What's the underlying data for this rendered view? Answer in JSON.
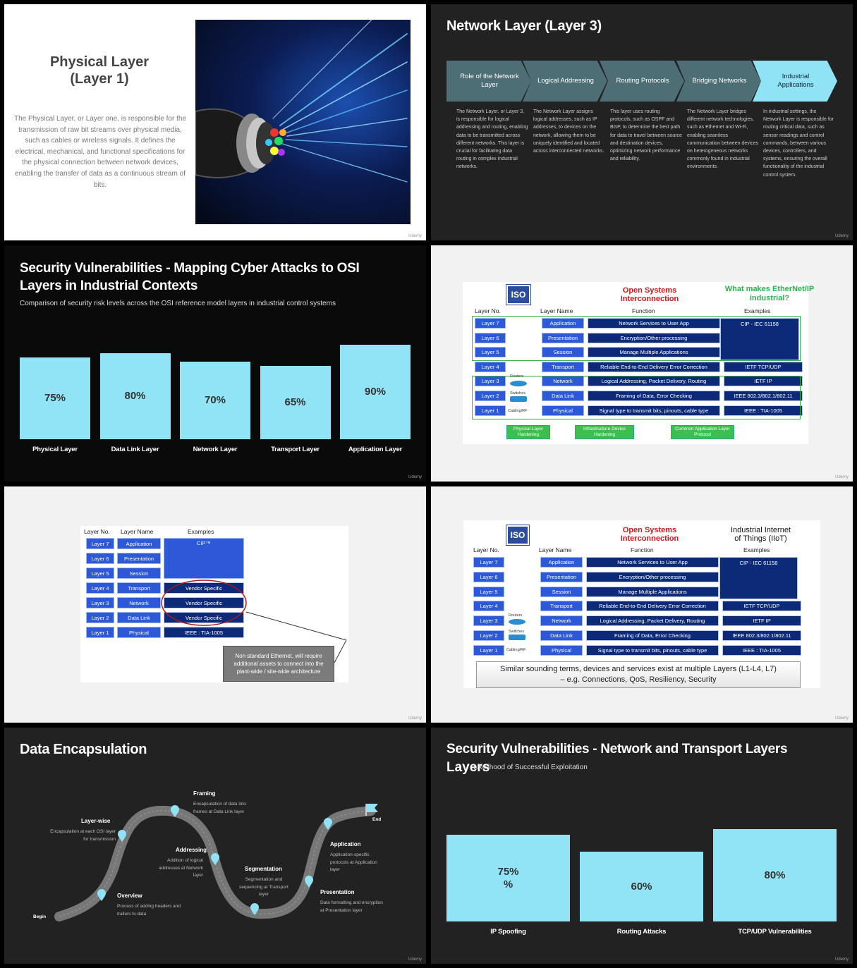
{
  "watermark": "Udemy",
  "physical": {
    "title_line1": "Physical Layer",
    "title_line2": "(Layer 1)",
    "description": "The Physical Layer, or Layer one, is responsible for the transmission of raw bit streams over physical media, such as cables or wireless signals. It defines the electrical, mechanical, and functional specifications for the physical connection between network devices, enabling the transfer of data as a continuous stream of bits."
  },
  "network_layer": {
    "title": "Network Layer (Layer 3)",
    "steps": [
      {
        "label": "Role of the Network Layer",
        "text": "The Network Layer, or Layer 3, is responsible for logical addressing and routing, enabling data to be transmitted across different networks. This layer is crucial for facilitating data routing in complex industrial networks."
      },
      {
        "label": "Logical Addressing",
        "text": "The Network Layer assigns logical addresses, such as IP addresses, to devices on the network, allowing them to be uniquely identified and located across interconnected networks."
      },
      {
        "label": "Routing Protocols",
        "text": "This layer uses routing protocols, such as OSPF and BGP, to determine the best path for data to travel between source and destination devices, optimizing network performance and reliability."
      },
      {
        "label": "Bridging Networks",
        "text": "The Network Layer bridges different network technologies, such as Ethernet and Wi-Fi, enabling seamless communication between devices on heterogeneous networks commonly found in industrial environments."
      },
      {
        "label": "Industrial Applications",
        "text": "In industrial settings, the Network Layer is responsible for routing critical data, such as sensor readings and control commands, between various devices, controllers, and systems, ensuring the overall functionality of the industrial control system."
      }
    ]
  },
  "security_osi": {
    "title": "Security Vulnerabilities - Mapping Cyber Attacks to OSI Layers in Industrial Contexts",
    "subtitle": "Comparison of security risk levels across the OSI reference model layers in industrial control systems"
  },
  "chart_data": [
    {
      "type": "bar",
      "title": "Security Vulnerabilities - Mapping Cyber Attacks to OSI Layers in Industrial Contexts",
      "categories": [
        "Physical Layer",
        "Data Link Layer",
        "Network Layer",
        "Transport Layer",
        "Application Layer"
      ],
      "values": [
        75,
        80,
        70,
        65,
        90
      ],
      "value_labels": [
        "75%",
        "80%",
        "70%",
        "65%",
        "90%"
      ],
      "bar_color": "#91e4f6"
    },
    {
      "type": "bar",
      "title": "Security Vulnerabilities - Network and Transport Layers",
      "categories": [
        "IP Spoofing",
        "Routing Attacks",
        "TCP/UDP Vulnerabilities"
      ],
      "values": [
        75,
        60,
        80
      ],
      "value_labels": [
        "75%\n%",
        "60%",
        "80%"
      ],
      "bar_color": "#91e4f6"
    }
  ],
  "osi_ethernetip": {
    "logo": "ISO",
    "heading_line1": "Open Systems",
    "heading_line2": "Interconnection",
    "question_line1": "What makes EtherNet/IP",
    "question_line2": "industrial?",
    "headers": {
      "layer_no": "Layer No.",
      "layer_name": "Layer Name",
      "function": "Function",
      "examples": "Examples"
    },
    "rows": [
      {
        "no": "Layer 7",
        "name": "Application",
        "function": "Network Services to User App"
      },
      {
        "no": "Layer 6",
        "name": "Presentation",
        "function": "Encryption/Other processing"
      },
      {
        "no": "Layer 5",
        "name": "Session",
        "function": "Manage Multiple Applications"
      },
      {
        "no": "Layer 4",
        "name": "Transport",
        "function": "Reliable End-to-End Delivery Error Correction",
        "example": "IETF TCP/UDP"
      },
      {
        "no": "Layer 3",
        "name": "Network",
        "function": "Logical Addressing, Packet Delivery, Routing",
        "example": "IETF IP"
      },
      {
        "no": "Layer 2",
        "name": "Data Link",
        "function": "Framing of Data, Error Checking",
        "example": "IEEE 802.3/802.1/802.11"
      },
      {
        "no": "Layer 1",
        "name": "Physical",
        "function": "Signal type to transmit bits, pinouts, cable type",
        "example": "IEEE : TIA-1005"
      }
    ],
    "upper_example": "CIP - IEC 61158",
    "devices": {
      "routers": "Routers",
      "switches": "Switches",
      "cabling": "Cabling/RF"
    },
    "callouts": [
      "Physical Layer Hardening",
      "Infrastructure Device Hardening",
      "Common Application Layer Protocol"
    ]
  },
  "cip_table": {
    "headers": {
      "layer_no": "Layer No.",
      "layer_name": "Layer Name",
      "examples": "Examples"
    },
    "rows": [
      {
        "no": "Layer 7",
        "name": "Application"
      },
      {
        "no": "Layer 6",
        "name": "Presentation"
      },
      {
        "no": "Layer 5",
        "name": "Session"
      },
      {
        "no": "Layer 4",
        "name": "Transport",
        "example": "Vendor Specific"
      },
      {
        "no": "Layer 3",
        "name": "Network",
        "example": "Vendor Specific"
      },
      {
        "no": "Layer 2",
        "name": "Data Link",
        "example": "Vendor Specific"
      },
      {
        "no": "Layer 1",
        "name": "Physical",
        "example": "IEEE : TIA-1005"
      }
    ],
    "upper_example": "CIP™",
    "note": "Non standard Ethernet, will require additional assets to connect into the plant-wide / site-wide architecture"
  },
  "osi_iiot": {
    "logo": "ISO",
    "heading_line1": "Open Systems",
    "heading_line2": "Interconnection",
    "right_line1": "Industrial Internet",
    "right_line2": "of Things (IIoT)",
    "headers": {
      "layer_no": "Layer No.",
      "layer_name": "Layer Name",
      "function": "Function",
      "examples": "Examples"
    },
    "rows": [
      {
        "no": "Layer 7",
        "name": "Application",
        "function": "Network Services to User App"
      },
      {
        "no": "Layer 6",
        "name": "Presentation",
        "function": "Encryption/Other processing"
      },
      {
        "no": "Layer 5",
        "name": "Session",
        "function": "Manage Multiple Applications"
      },
      {
        "no": "Layer 4",
        "name": "Transport",
        "function": "Reliable End-to-End Delivery Error Correction",
        "example": "IETF TCP/UDP"
      },
      {
        "no": "Layer 3",
        "name": "Network",
        "function": "Logical Addressing, Packet Delivery, Routing",
        "example": "IETF IP"
      },
      {
        "no": "Layer 2",
        "name": "Data Link",
        "function": "Framing of Data, Error Checking",
        "example": "IEEE 802.3/802.1/802.11"
      },
      {
        "no": "Layer 1",
        "name": "Physical",
        "function": "Signal type to transmit bits, pinouts, cable type",
        "example": "IEEE : TIA-1005"
      }
    ],
    "upper_example": "CIP - IEC 61158",
    "devices": {
      "routers": "Routers",
      "switches": "Switches",
      "cabling": "Cabling/RF"
    },
    "note_line1": "Similar sounding terms, devices and services exist at multiple Layers (L1-L4, L7)",
    "note_line2": "– e.g. Connections, QoS, Resiliency, Security"
  },
  "encapsulation": {
    "title": "Data Encapsulation",
    "begin": "Begin",
    "end": "End",
    "stages": [
      {
        "title": "Overview",
        "text": "Process of adding headers and trailers to data"
      },
      {
        "title": "Layer-wise",
        "text": "Encapsulation at each OSI layer for transmission"
      },
      {
        "title": "Framing",
        "text": "Encapsulation of data into frames at Data Link layer"
      },
      {
        "title": "Addressing",
        "text": "Addition of logical addresses at Network layer"
      },
      {
        "title": "Segmentation",
        "text": "Segmentation and sequencing at Transport layer"
      },
      {
        "title": "Presentation",
        "text": "Data formatting and encryption at Presentation layer"
      },
      {
        "title": "Application",
        "text": "Application-specific protocols at Application layer"
      }
    ]
  },
  "security_nt": {
    "title": "Security Vulnerabilities - Network and Transport Layers",
    "title_overlap": "Layers",
    "subtitle": "Likelihood of Successful Exploitation"
  }
}
